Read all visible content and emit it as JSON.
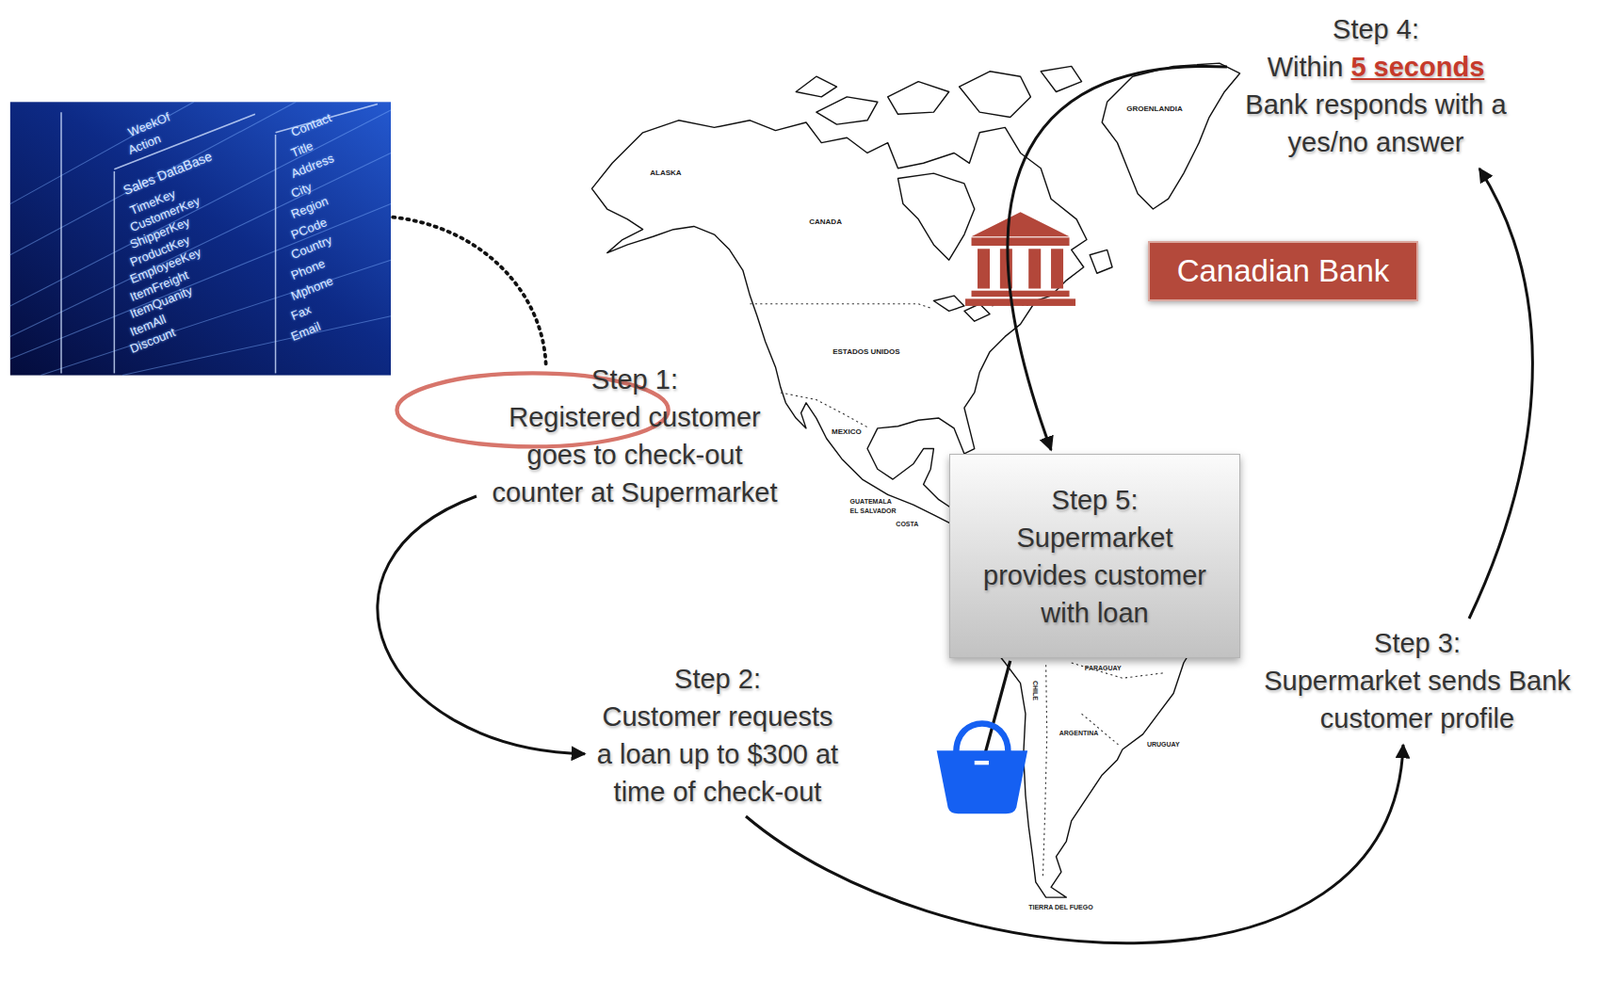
{
  "diagram": {
    "nodes": [
      {
        "text": [
          "Step 1:",
          "Registered customer goes to check-out counter at Supermarket"
        ]
      },
      {
        "text": [
          "Step 2:",
          "Customer requests a loan up to $300 at time of check-out"
        ]
      },
      {
        "text": [
          "Step 3:",
          "Supermarket sends Bank customer profile"
        ]
      },
      {
        "text": [
          "Step 4:",
          "Within",
          "5 seconds",
          "Bank responds with a yes/no answer"
        ]
      },
      {
        "text": [
          "Step 5:",
          "Supermarket provides customer with loan"
        ]
      },
      {
        "text": [
          "Canadian Bank"
        ]
      }
    ],
    "edges": [
      {
        "from": 0,
        "to": 1,
        "arrow": "to"
      },
      {
        "from": 1,
        "to": 2,
        "arrow": "to"
      },
      {
        "from": 2,
        "to": 3,
        "arrow": "to"
      },
      {
        "from": 3,
        "to": 4,
        "arrow": "to"
      }
    ],
    "labels": [
      "WeekOf",
      "Action",
      "Sales DataBase",
      "TimeKey",
      "CustomerKey",
      "ShipperKey",
      "ProductKey",
      "EmployeeKey",
      "ItemFreight",
      "ItemQuanity",
      "ItemAll",
      "Discount",
      "Contact",
      "Title",
      "Address",
      "City",
      "Region",
      "PCode",
      "Country",
      "Phone",
      "Mphone",
      "Fax",
      "Email",
      "ALASKA",
      "CANADA",
      "GROENLANDIA",
      "ESTADOS UNIDOS",
      "MEXICO",
      "GUATEMALA",
      "EL SALVADOR",
      "COSTA",
      "PARAGUAY",
      "CHILE",
      "ARGENTINA",
      "URUGUAY",
      "TIERRA DEL FUEGO"
    ]
  }
}
